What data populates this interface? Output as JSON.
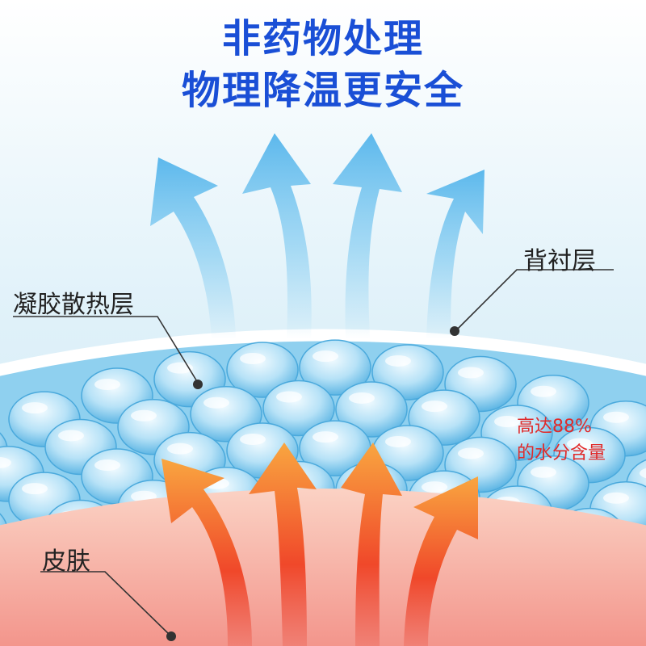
{
  "headline": {
    "line1": "非药物处理",
    "line2": "物理降温更安全"
  },
  "labels": {
    "gel_layer": "凝胶散热层",
    "backing_layer": "背衬层",
    "skin": "皮肤"
  },
  "note": {
    "line1": "高达88%",
    "line2": "的水分含量"
  },
  "colors": {
    "headline": "#1a4fd6",
    "note": "#e02a2a",
    "background": "#e6f5fb",
    "gel": "#7cc8ec",
    "skin": "#f4b4a6",
    "cool_arrow": "#6ec3ef",
    "warm_arrow": "#f25a2c"
  }
}
